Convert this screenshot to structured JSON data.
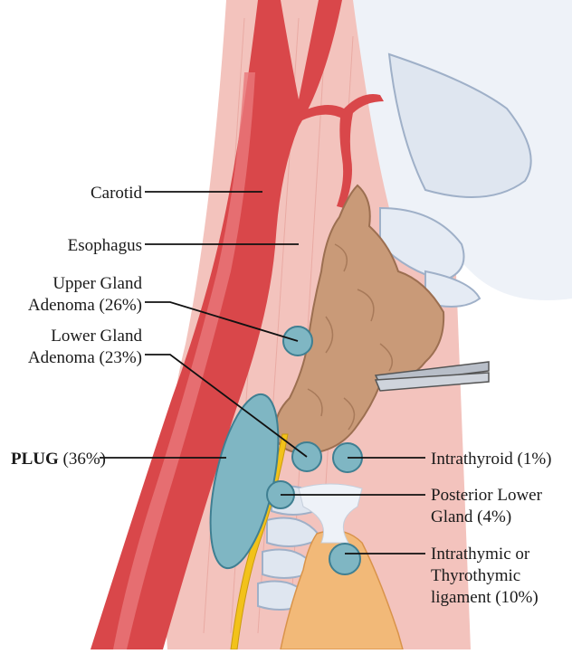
{
  "labels": {
    "carotid": "Carotid",
    "esophagus": "Esophagus",
    "upper_gland_1": "Upper Gland",
    "upper_gland_2": "Adenoma (26%)",
    "lower_gland_1": "Lower Gland",
    "lower_gland_2": "Adenoma (23%)",
    "plug_bold": "PLUG",
    "plug_pct": " (36%)",
    "intrathyroid": "Intrathyroid (1%)",
    "posterior_1": "Posterior Lower",
    "posterior_2": "Gland (4%)",
    "intrathymic_1": "Intrathymic or",
    "intrathymic_2": "Thyrothymic",
    "intrathymic_3": "ligament (10%)"
  },
  "colors": {
    "artery": "#d9474a",
    "artery_dark": "#b8323a",
    "muscle": "#f0b3ad",
    "thyroid": "#c99a78",
    "thyroid_dark": "#a87a5a",
    "adenoma": "#7fb6c3",
    "adenoma_stroke": "#3f7f92",
    "nerve": "#f2c21a",
    "cartilage": "#e8eef6",
    "thymus": "#f2b978"
  }
}
